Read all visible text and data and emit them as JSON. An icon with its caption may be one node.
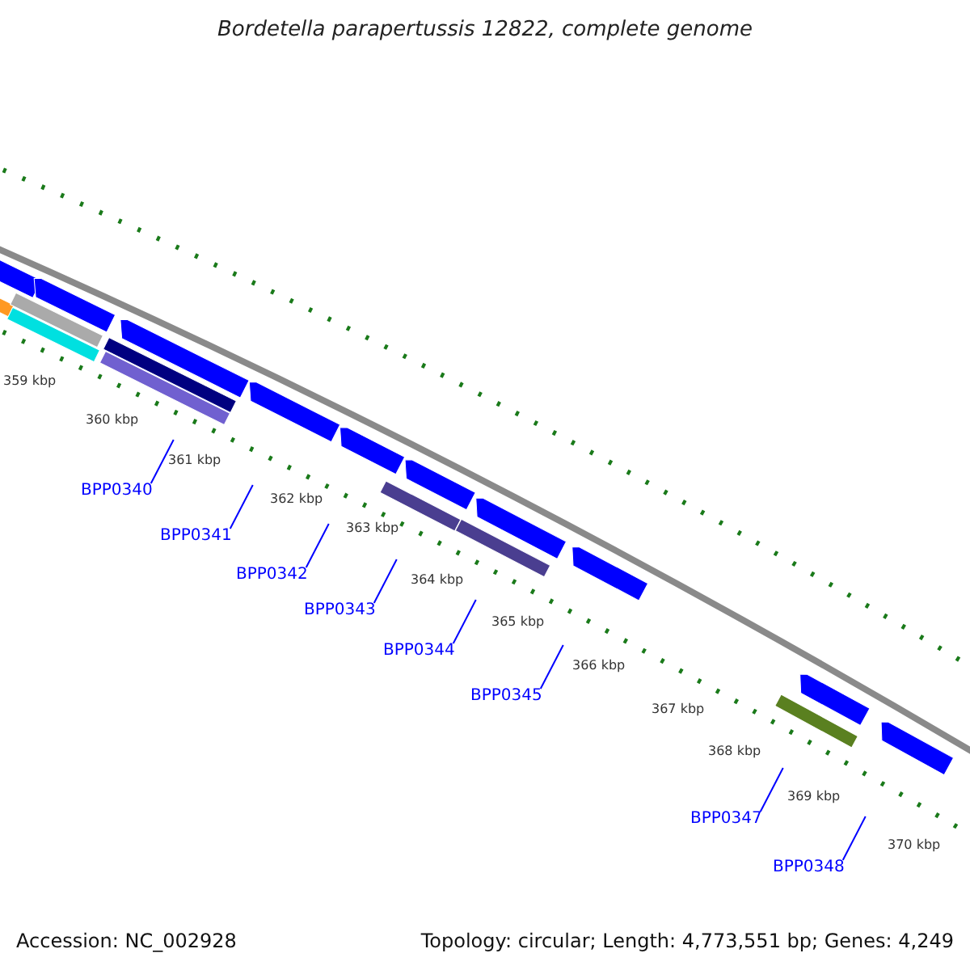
{
  "diagram": {
    "title": "Bordetella parapertussis 12822, complete genome",
    "nodes": [
      {
        "text": [
          "BPP0340"
        ]
      },
      {
        "text": [
          "BPP0341"
        ]
      },
      {
        "text": [
          "BPP0342"
        ]
      },
      {
        "text": [
          "BPP0343"
        ]
      },
      {
        "text": [
          "BPP0344"
        ]
      },
      {
        "text": [
          "BPP0345"
        ]
      },
      {
        "text": [
          "BPP0347"
        ]
      },
      {
        "text": [
          "BPP0348"
        ]
      }
    ],
    "edges": [
      {
        "from": 0,
        "to": null,
        "arrow": "none"
      },
      {
        "from": 1,
        "to": null,
        "arrow": "none"
      },
      {
        "from": 2,
        "to": null,
        "arrow": "none"
      },
      {
        "from": 3,
        "to": null,
        "arrow": "none"
      },
      {
        "from": 4,
        "to": null,
        "arrow": "none"
      },
      {
        "from": 5,
        "to": null,
        "arrow": "none"
      },
      {
        "from": 6,
        "to": null,
        "arrow": "none"
      },
      {
        "from": 7,
        "to": null,
        "arrow": "none"
      }
    ],
    "labels": [
      "359 kbp",
      "360 kbp",
      "361 kbp",
      "362 kbp",
      "363 kbp",
      "364 kbp",
      "365 kbp",
      "366 kbp",
      "367 kbp",
      "368 kbp",
      "369 kbp",
      "370 kbp",
      "Accession: NC_002928",
      "Topology: circular; Length: 4,773,551 bp; Genes: 4,249"
    ]
  }
}
